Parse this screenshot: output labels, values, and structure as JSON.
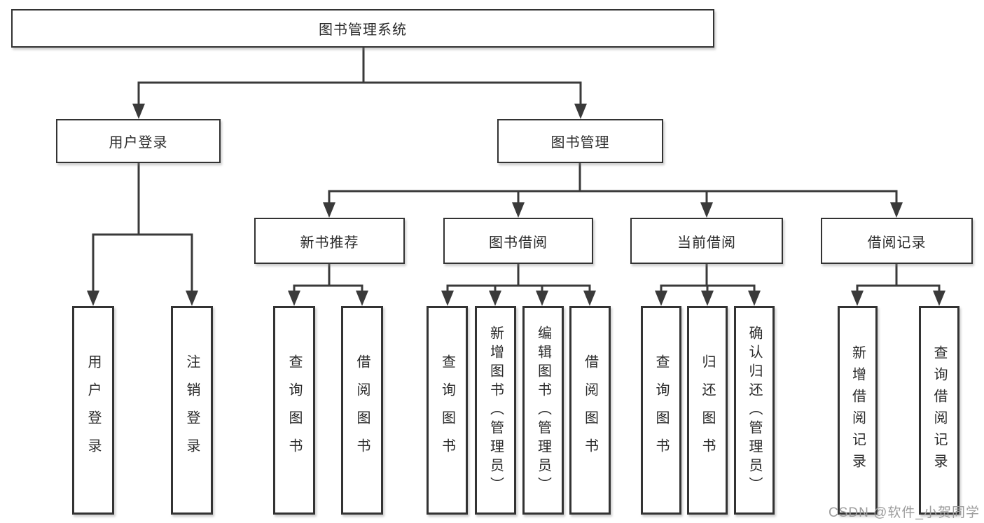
{
  "diagram": {
    "type": "hierarchy",
    "root": {
      "label": "图书管理系统"
    },
    "user_login": {
      "label": "用户登录",
      "children": [
        {
          "label": "用户登录"
        },
        {
          "label": "注销登录"
        }
      ]
    },
    "book_mgmt": {
      "label": "图书管理",
      "children": [
        {
          "label": "新书推荐",
          "children": [
            {
              "label": "查询图书"
            },
            {
              "label": "借阅图书"
            }
          ]
        },
        {
          "label": "图书借阅",
          "children": [
            {
              "label": "查询图书"
            },
            {
              "label": "新增图书（管理员）"
            },
            {
              "label": "编辑图书（管理员）"
            },
            {
              "label": "借阅图书"
            }
          ]
        },
        {
          "label": "当前借阅",
          "children": [
            {
              "label": "查询图书"
            },
            {
              "label": "归还图书"
            },
            {
              "label": "确认归还（管理员）"
            }
          ]
        },
        {
          "label": "借阅记录",
          "children": [
            {
              "label": "新增借阅记录"
            },
            {
              "label": "查询借阅记录"
            }
          ]
        }
      ]
    },
    "colors": {
      "line": "#3a3a3a",
      "border": "#333333",
      "text": "#2b2b2b",
      "watermark": "#9c9c9c",
      "background": "#ffffff"
    }
  },
  "watermark": {
    "text": "CSDN @软件_小贺同学"
  }
}
